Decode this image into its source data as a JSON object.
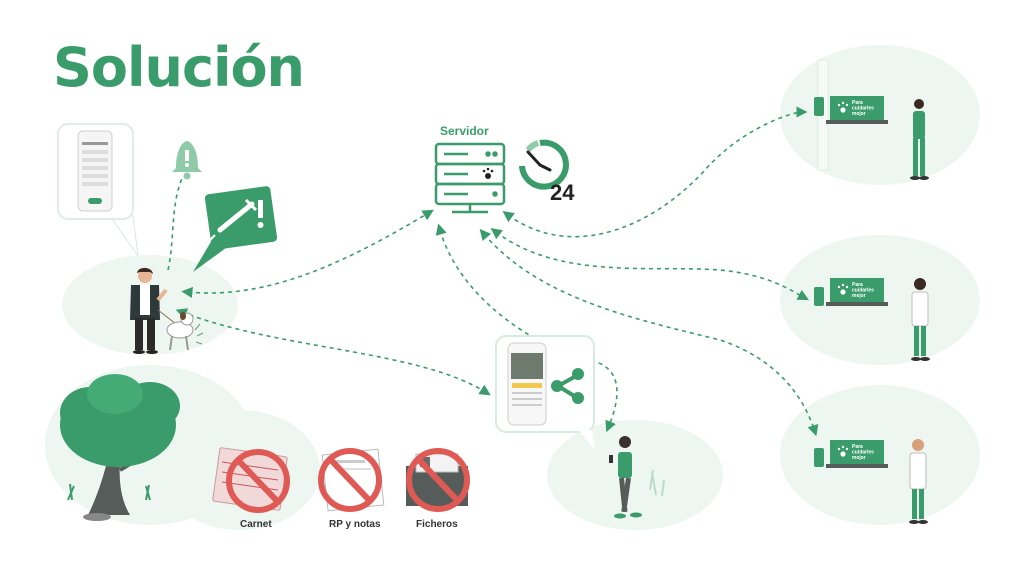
{
  "title": "Solución",
  "server": {
    "label": "Servidor",
    "uptime": "24"
  },
  "app_name": [
    "Para",
    "cuidarles",
    "mejor"
  ],
  "legacy": [
    {
      "label": "Carnet"
    },
    {
      "label": "RP y notas"
    },
    {
      "label": "Ficheros"
    }
  ],
  "colors": {
    "accent": "#3a9c6a",
    "light": "#e6f2ec",
    "prohibit": "#e05a55",
    "dark": "#333333"
  }
}
